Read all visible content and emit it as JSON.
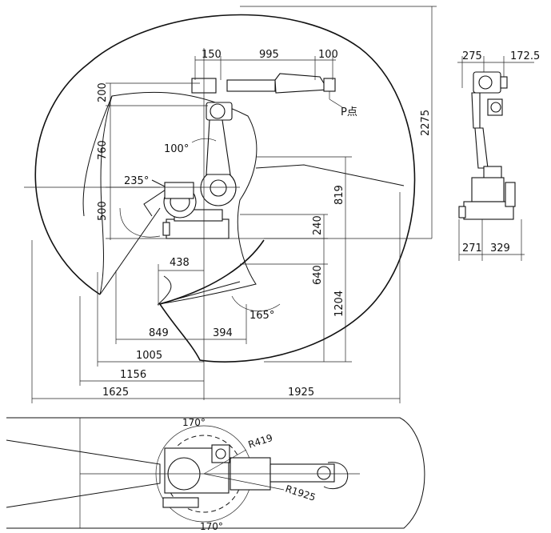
{
  "side_view": {
    "dims": {
      "top_150": "150",
      "top_995": "995",
      "top_100": "100",
      "left_200": "200",
      "left_760": "760",
      "left_500": "500",
      "angle_100": "100°",
      "angle_235": "235°",
      "angle_165": "165°",
      "right_819": "819",
      "right_240": "240",
      "right_640": "640",
      "right_1204": "1204",
      "overall_2275": "2275",
      "d_438": "438",
      "d_849": "849",
      "d_394": "394",
      "d_1005": "1005",
      "d_1156": "1156",
      "d_1625": "1625",
      "d_1925": "1925"
    },
    "p_point_label": "P点"
  },
  "front_view": {
    "dims": {
      "top_275": "275",
      "top_172_5": "172.5",
      "bottom_271": "271",
      "bottom_329": "329"
    }
  },
  "top_view": {
    "dims": {
      "angle_top": "170°",
      "angle_bottom": "170°",
      "radius_inner": "R419",
      "radius_outer": "R1925"
    }
  }
}
